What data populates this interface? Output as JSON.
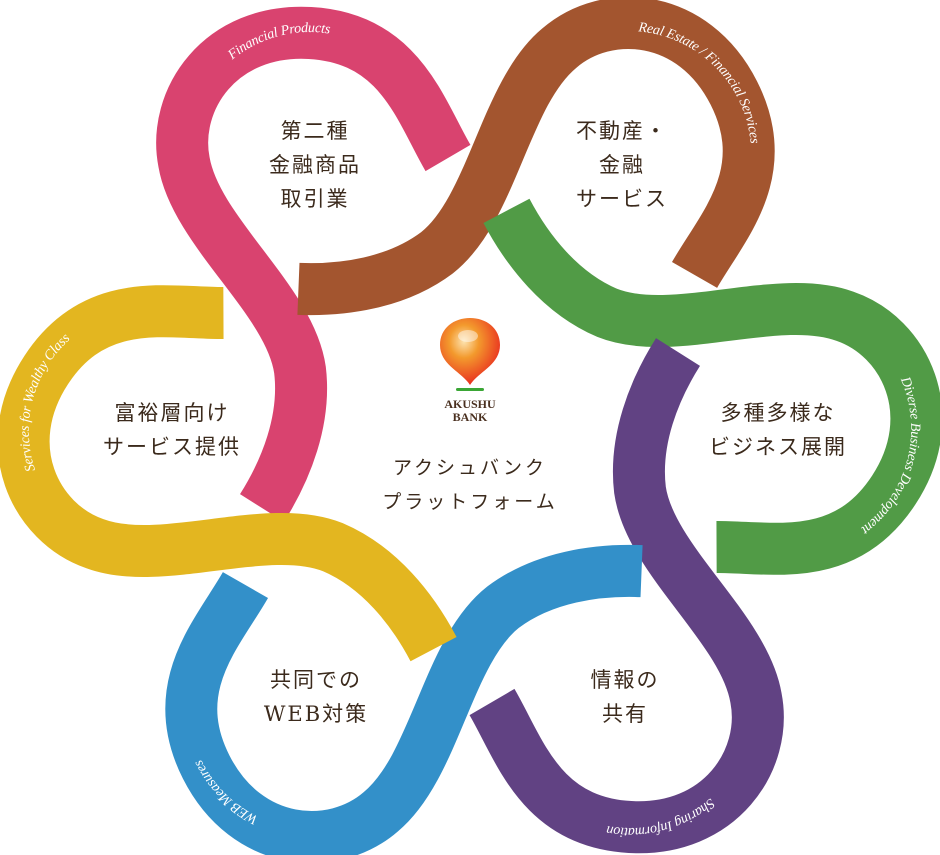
{
  "center": {
    "logo_line1": "AKUSHU",
    "logo_line2": "BANK",
    "title": "アクシュバンク\nプラットフォーム",
    "logo_colors": [
      "#e8231e",
      "#f39a2d",
      "#3aa635"
    ]
  },
  "petals": [
    {
      "label": "第二種\n金融商品\n取引業",
      "ribbon": "Financial Products",
      "color": "#d9436f"
    },
    {
      "label": "不動産・\n金融\nサービス",
      "ribbon": "Real Estate / Financial Services",
      "color": "#a3552f"
    },
    {
      "label": "多種多様な\nビジネス展開",
      "ribbon": "Diverse Business Development",
      "color": "#519b46"
    },
    {
      "label": "情報の\n共有",
      "ribbon": "Sharing Information",
      "color": "#614283"
    },
    {
      "label": "共同での\nWEB対策",
      "ribbon": "WEB Measures",
      "color": "#3390c9"
    },
    {
      "label": "富裕層向け\nサービス提供",
      "ribbon": "Services for Wealthy Class",
      "color": "#e3b620"
    }
  ]
}
